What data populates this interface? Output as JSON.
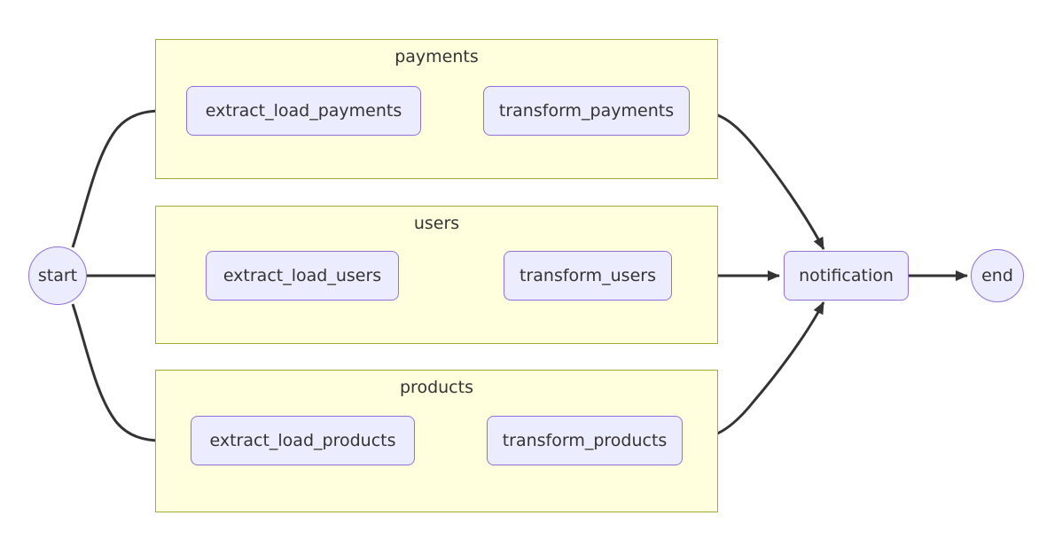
{
  "diagram": {
    "type": "flowchart",
    "direction": "left-to-right",
    "start": {
      "label": "start",
      "shape": "circle"
    },
    "end": {
      "label": "end",
      "shape": "circle"
    },
    "notification": {
      "label": "notification",
      "shape": "rounded-rect"
    },
    "clusters": [
      {
        "title": "payments",
        "nodes": [
          {
            "label": "extract_load_payments"
          },
          {
            "label": "transform_payments"
          }
        ]
      },
      {
        "title": "users",
        "nodes": [
          {
            "label": "extract_load_users"
          },
          {
            "label": "transform_users"
          }
        ]
      },
      {
        "title": "products",
        "nodes": [
          {
            "label": "extract_load_products"
          },
          {
            "label": "transform_products"
          }
        ]
      }
    ],
    "edges": [
      {
        "from": "start",
        "to": "extract_load_payments"
      },
      {
        "from": "start",
        "to": "extract_load_users"
      },
      {
        "from": "start",
        "to": "extract_load_products"
      },
      {
        "from": "extract_load_payments",
        "to": "transform_payments"
      },
      {
        "from": "extract_load_users",
        "to": "transform_users"
      },
      {
        "from": "extract_load_products",
        "to": "transform_products"
      },
      {
        "from": "transform_payments",
        "to": "notification"
      },
      {
        "from": "transform_users",
        "to": "notification"
      },
      {
        "from": "transform_products",
        "to": "notification"
      },
      {
        "from": "notification",
        "to": "end"
      }
    ],
    "colors": {
      "background": "#ffffff",
      "node_fill": "#ececff",
      "node_border": "#9370db",
      "cluster_fill": "#ffffde",
      "cluster_border": "#aaaa33",
      "edge": "#333333",
      "text": "#333333"
    }
  }
}
